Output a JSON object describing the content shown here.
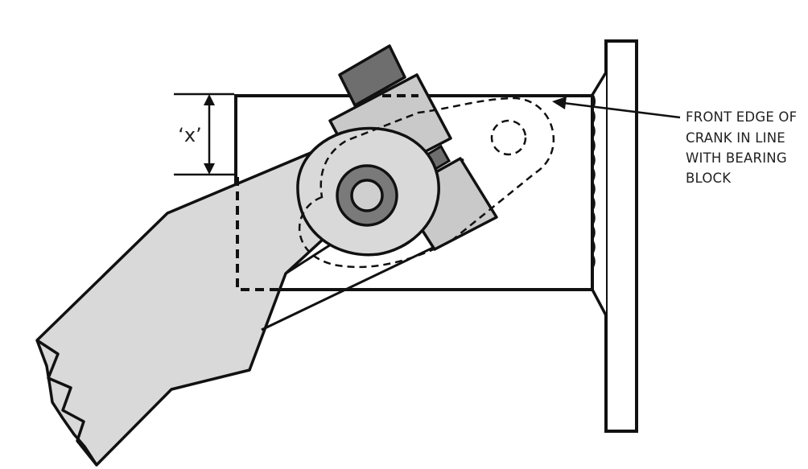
{
  "labels": {
    "dimension": "‘x’",
    "callout_lines": [
      "FRONT EDGE OF",
      "CRANK IN LINE",
      "WITH BEARING",
      "BLOCK"
    ]
  },
  "colors": {
    "stroke": "#111111",
    "arm_fill": "#d9d9d9",
    "plate_fill": "#c9c9c9",
    "nut_fill": "#6e6e6e",
    "boss_fill": "#7a7a7a",
    "background": "#ffffff"
  }
}
